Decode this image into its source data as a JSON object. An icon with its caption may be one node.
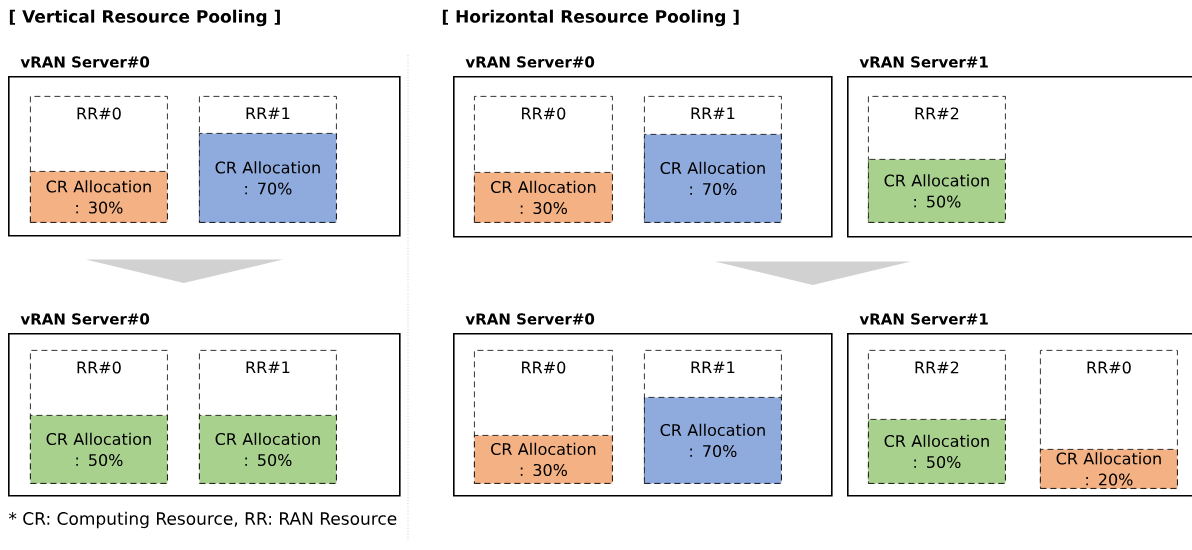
{
  "diagram": {
    "nodes": [
      {
        "text": [
          "vRAN Server#0"
        ]
      },
      {
        "text": [
          "RR#0"
        ],
        "in": 0
      },
      {
        "text": [
          "CR Allocation : 30%"
        ],
        "in": 1
      },
      {
        "text": [
          "RR#1"
        ],
        "in": 0
      },
      {
        "text": [
          "CR Allocation : 70%"
        ],
        "in": 3
      },
      {
        "text": [
          "vRAN Server#0"
        ]
      },
      {
        "text": [
          "RR#0"
        ],
        "in": 5
      },
      {
        "text": [
          "CR Allocation : 50%"
        ],
        "in": 6
      },
      {
        "text": [
          "RR#1"
        ],
        "in": 5
      },
      {
        "text": [
          "CR Allocation : 50%"
        ],
        "in": 8
      },
      {
        "text": [
          "vRAN Server#0"
        ]
      },
      {
        "text": [
          "RR#0"
        ],
        "in": 10
      },
      {
        "text": [
          "CR Allocation : 30%"
        ],
        "in": 11
      },
      {
        "text": [
          "RR#1"
        ],
        "in": 10
      },
      {
        "text": [
          "CR Allocation : 70%"
        ],
        "in": 13
      },
      {
        "text": [
          "vRAN Server#1"
        ]
      },
      {
        "text": [
          "RR#2"
        ],
        "in": 15
      },
      {
        "text": [
          "CR Allocation : 50%"
        ],
        "in": 16
      },
      {
        "text": [
          "vRAN Server#0"
        ]
      },
      {
        "text": [
          "RR#0"
        ],
        "in": 18
      },
      {
        "text": [
          "CR Allocation : 30%"
        ],
        "in": 19
      },
      {
        "text": [
          "RR#1"
        ],
        "in": 18
      },
      {
        "text": [
          "CR Allocation : 70%"
        ],
        "in": 21
      },
      {
        "text": [
          "vRAN Server#1"
        ]
      },
      {
        "text": [
          "RR#2"
        ],
        "in": 23
      },
      {
        "text": [
          "CR Allocation : 50%"
        ],
        "in": 24
      },
      {
        "text": [
          "RR#0"
        ],
        "in": 23
      },
      {
        "text": [
          "CR Allocation : 20%"
        ],
        "in": 26
      }
    ],
    "edges": [
      {
        "from": 0,
        "to": 5,
        "arrow": "to"
      },
      {
        "from": 10,
        "to": 18,
        "arrow": "to"
      },
      {
        "from": 15,
        "to": 23,
        "arrow": "to"
      }
    ],
    "labels": [
      "[ Vertical Resource Pooling ]",
      "[ Horizontal Resource Pooling ]",
      "* CR: Computing Resource, RR: RAN Resource"
    ]
  }
}
